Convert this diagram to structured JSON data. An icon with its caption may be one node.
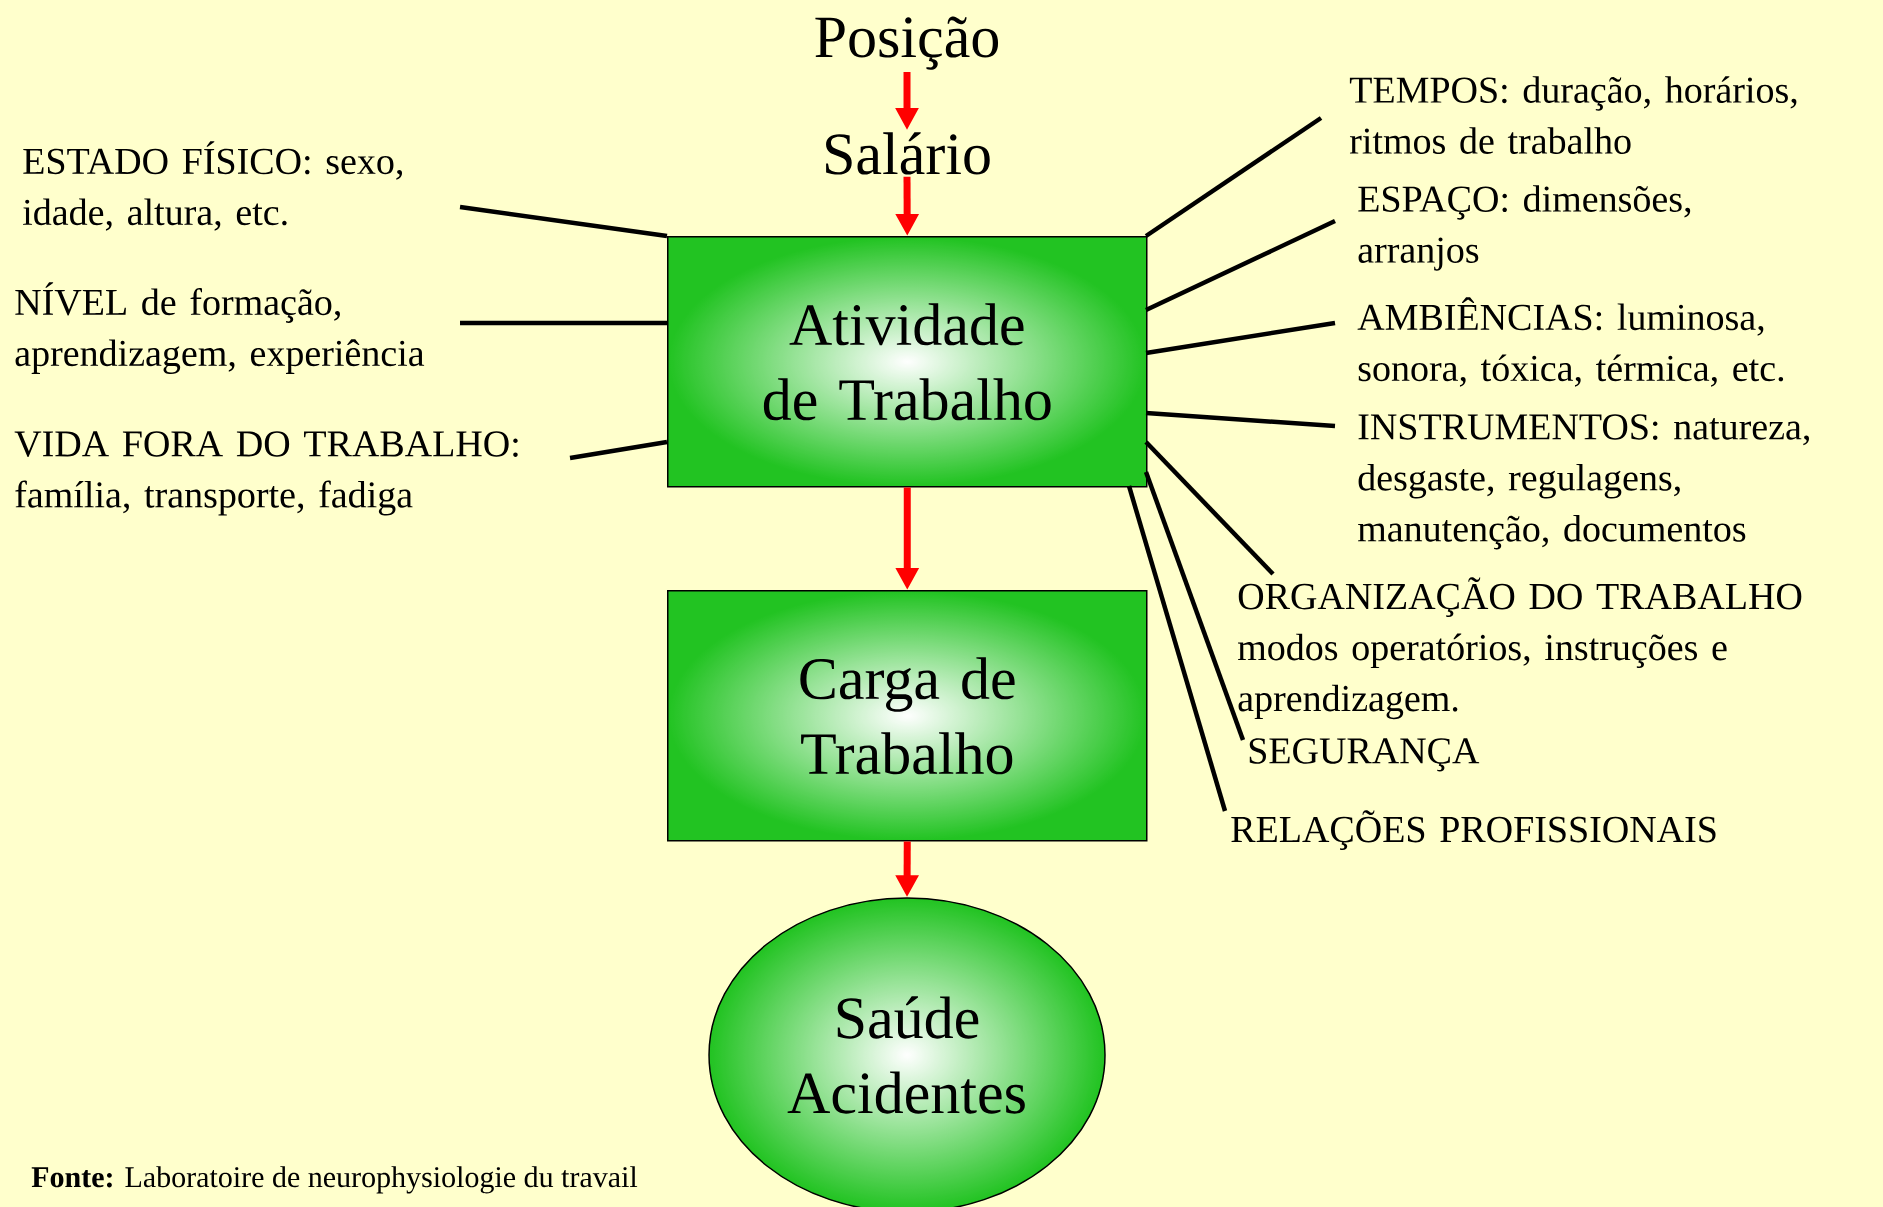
{
  "diagram": {
    "nodes": [
      {
        "text": [
          "Posição"
        ]
      },
      {
        "text": [
          "Salário"
        ]
      },
      {
        "text": [
          "Atividade de Trabalho"
        ]
      },
      {
        "text": [
          "Carga de Trabalho"
        ]
      },
      {
        "text": [
          "Saúde Acidentes"
        ]
      },
      {
        "text": [
          "ESTADO FÍSICO: sexo, idade, altura, etc."
        ]
      },
      {
        "text": [
          "NÍVEL de formação, aprendizagem, experiência"
        ]
      },
      {
        "text": [
          "VIDA FORA DO TRABALHO: família, transporte, fadiga"
        ]
      },
      {
        "text": [
          "TEMPOS: duração, horários, ritmos de trabalho"
        ]
      },
      {
        "text": [
          "ESPAÇO: dimensões, arranjos"
        ]
      },
      {
        "text": [
          "AMBIÊNCIAS: luminosa, sonora, tóxica, térmica, etc."
        ]
      },
      {
        "text": [
          "INSTRUMENTOS: natureza, desgaste, regulagens, manutenção, documentos"
        ]
      },
      {
        "text": [
          "ORGANIZAÇÃO DO TRABALHO modos operatórios, instruções e aprendizagem."
        ]
      },
      {
        "text": [
          "SEGURANÇA"
        ]
      },
      {
        "text": [
          "RELAÇÕES PROFISSIONAIS"
        ]
      }
    ],
    "edges": [
      {
        "from": 0,
        "to": 1,
        "arrow": "to",
        "color": "#ff0000"
      },
      {
        "from": 1,
        "to": 2,
        "arrow": "to",
        "color": "#ff0000"
      },
      {
        "from": 2,
        "to": 3,
        "arrow": "to",
        "color": "#ff0000"
      },
      {
        "from": 3,
        "to": 4,
        "arrow": "to",
        "color": "#ff0000"
      },
      {
        "from": 5,
        "to": 2,
        "arrow": "none"
      },
      {
        "from": 6,
        "to": 2,
        "arrow": "none"
      },
      {
        "from": 7,
        "to": 2,
        "arrow": "none"
      },
      {
        "from": 2,
        "to": 8,
        "arrow": "none"
      },
      {
        "from": 2,
        "to": 9,
        "arrow": "none"
      },
      {
        "from": 2,
        "to": 10,
        "arrow": "none"
      },
      {
        "from": 2,
        "to": 11,
        "arrow": "none"
      },
      {
        "from": 2,
        "to": 12,
        "arrow": "none"
      },
      {
        "from": 2,
        "to": 13,
        "arrow": "none"
      },
      {
        "from": 2,
        "to": 14,
        "arrow": "none"
      }
    ],
    "labels": [
      "**Fonte:** Laboratoire de neurophysiologie du travail"
    ]
  }
}
